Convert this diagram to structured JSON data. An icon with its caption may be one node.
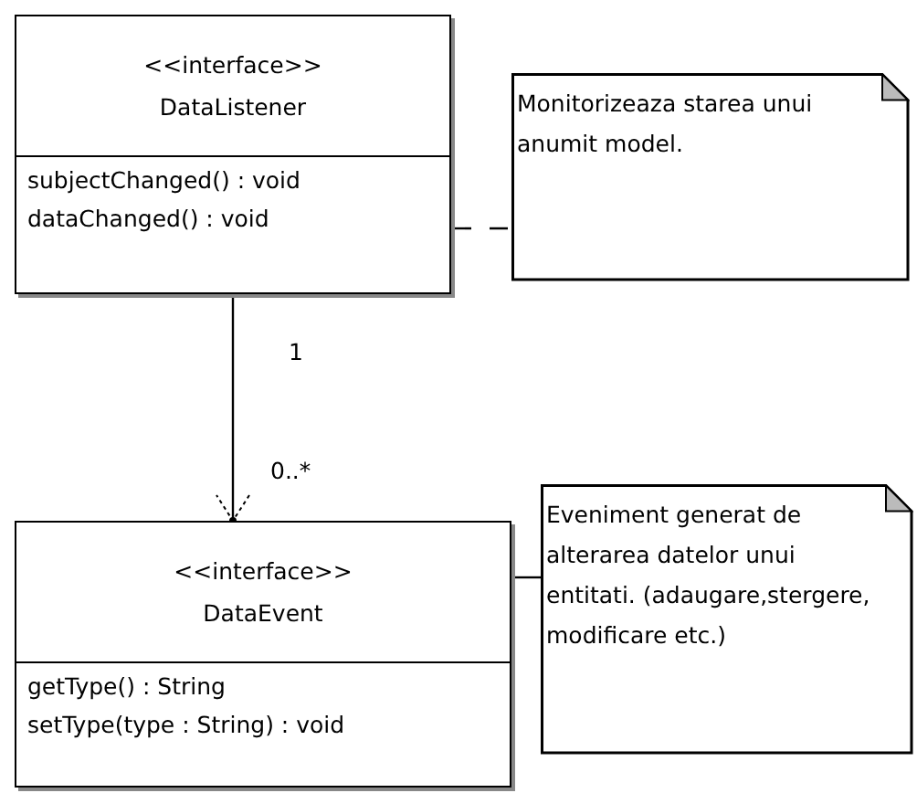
{
  "diagram": {
    "nodes": [
      {
        "text": [
          "<<interface>>",
          "DataListener",
          "subjectChanged() : void",
          "dataChanged() : void"
        ]
      },
      {
        "text": [
          "Monitorizeaza starea unui anumit model."
        ]
      },
      {
        "text": [
          "<<interface>>",
          "DataEvent",
          "getType() : String",
          "setType(type : String) : void"
        ]
      },
      {
        "text": [
          "Eveniment generat de alterarea datelor unui entitati. (adaugare,stergere, modificare etc.)"
        ]
      }
    ],
    "edges": [
      {
        "from": 0,
        "to": 2,
        "arrow": "to"
      },
      {
        "from": 0,
        "to": 1,
        "arrow": "none",
        "style": "dashed"
      },
      {
        "from": 2,
        "to": 3,
        "arrow": "none"
      }
    ],
    "labels": [
      "1",
      "0..*"
    ]
  }
}
